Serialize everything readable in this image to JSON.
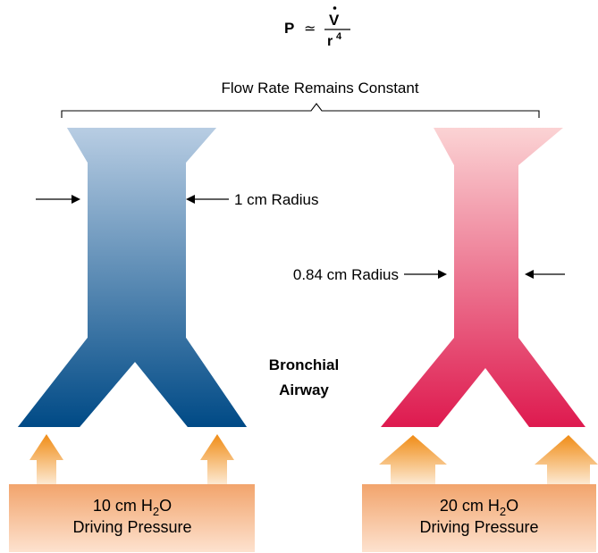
{
  "formula": {
    "lhs": "P",
    "approx": "≃",
    "numerator": "V",
    "denominator": "r",
    "exponent": "4"
  },
  "flow_label": "Flow Rate Remains Constant",
  "left_airway": {
    "radius_label": "1 cm Radius",
    "pressure_value": "10 cm H",
    "pressure_sub": "2",
    "pressure_unit": "O",
    "pressure_caption": "Driving Pressure"
  },
  "right_airway": {
    "radius_label": "0.84 cm Radius",
    "pressure_value": "20 cm H",
    "pressure_sub": "2",
    "pressure_unit": "O",
    "pressure_caption": "Driving Pressure"
  },
  "center_label": {
    "line1": "Bronchial",
    "line2": "Airway"
  },
  "colors": {
    "left_top": "#b8cde3",
    "left_bottom": "#004a86",
    "right_top": "#fbd3d4",
    "right_bottom": "#de1a4f",
    "pressure_box_top": "#f2a46c",
    "pressure_box_bottom": "#fde2cf",
    "arrow_top": "#f08c16",
    "arrow_bottom": "#fde9d3"
  },
  "icons": [
    "radius-arrow-icon",
    "pressure-up-arrow-icon"
  ]
}
